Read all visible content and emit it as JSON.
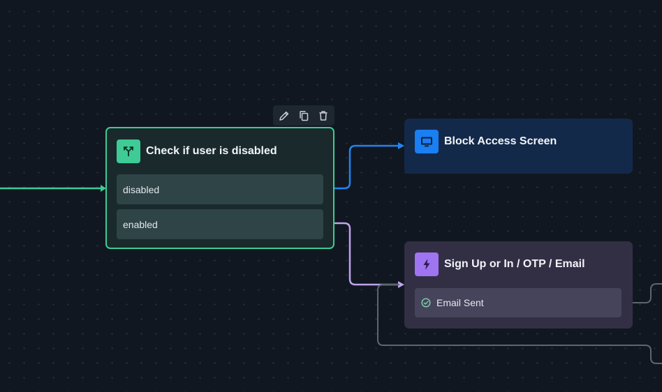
{
  "canvas": {
    "background": "#111720",
    "grid_dot_color": "#2d3644"
  },
  "toolbar": {
    "edit_icon": "pencil-icon",
    "duplicate_icon": "copy-icon",
    "delete_icon": "trash-icon"
  },
  "nodes": {
    "condition": {
      "title": "Check if user is disabled",
      "icon": "branch-split-icon",
      "accent": "#3ecb96",
      "outlets": [
        {
          "label": "disabled",
          "wire_color": "#1f86f2"
        },
        {
          "label": "enabled",
          "wire_color": "#c0a3ee"
        }
      ]
    },
    "screen": {
      "title": "Block Access Screen",
      "icon": "monitor-icon",
      "accent": "#1a7ff2"
    },
    "action": {
      "title": "Sign Up or In / OTP / Email",
      "icon": "lightning-icon",
      "accent": "#9f74f0",
      "events": [
        {
          "label": "Email Sent",
          "icon": "check-circle-icon"
        }
      ]
    }
  },
  "wires": {
    "incoming_color": "#3ecb96",
    "outgoing_color": "#5d6670"
  }
}
